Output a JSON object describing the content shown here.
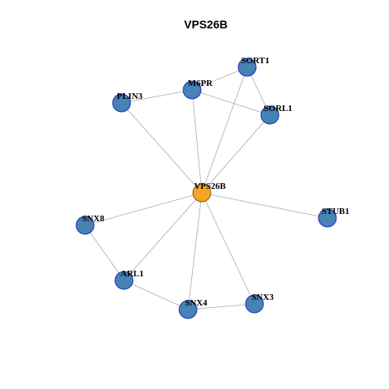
{
  "title": "VPS26B",
  "colors": {
    "center_node": "#f5a623",
    "node": "#4682b4",
    "edge": "#aaaaaa"
  },
  "nodes": [
    {
      "id": "VPS26B",
      "label": "VPS26B",
      "center": true
    },
    {
      "id": "SORT1",
      "label": "SORT1"
    },
    {
      "id": "M6PR",
      "label": "M6PR"
    },
    {
      "id": "PLIN3",
      "label": "PLIN3"
    },
    {
      "id": "SORL1",
      "label": "SORL1"
    },
    {
      "id": "STUB1",
      "label": "STUB1"
    },
    {
      "id": "SNX8",
      "label": "SNX8"
    },
    {
      "id": "ARL1",
      "label": "ARL1"
    },
    {
      "id": "SNX4",
      "label": "SNX4"
    },
    {
      "id": "SNX3",
      "label": "SNX3"
    }
  ],
  "edges": [
    [
      "VPS26B",
      "SORT1"
    ],
    [
      "VPS26B",
      "M6PR"
    ],
    [
      "VPS26B",
      "PLIN3"
    ],
    [
      "VPS26B",
      "SORL1"
    ],
    [
      "VPS26B",
      "STUB1"
    ],
    [
      "VPS26B",
      "SNX8"
    ],
    [
      "VPS26B",
      "ARL1"
    ],
    [
      "VPS26B",
      "SNX4"
    ],
    [
      "VPS26B",
      "SNX3"
    ],
    [
      "M6PR",
      "SORT1"
    ],
    [
      "M6PR",
      "SORL1"
    ],
    [
      "M6PR",
      "PLIN3"
    ],
    [
      "SORT1",
      "SORL1"
    ],
    [
      "SNX8",
      "ARL1"
    ],
    [
      "ARL1",
      "SNX4"
    ],
    [
      "SNX4",
      "SNX3"
    ]
  ]
}
